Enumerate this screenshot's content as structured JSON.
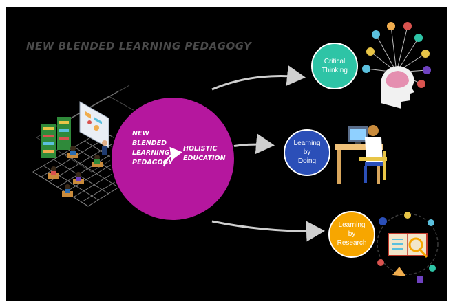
{
  "title": "NEW BLENDED LEARNING PEDAGOGY",
  "center": {
    "left_text": "NEW\nBLENDED\nLEARNING\nPEDAGOGY",
    "right_text": "HOLISTIC\nEDUCATION",
    "color": "#b5179e"
  },
  "outcomes": [
    {
      "label": "Critical\nThinking",
      "color": "#2ec4a6",
      "icon": "brain-network-icon"
    },
    {
      "label": "Learning\nby\nDoing",
      "color": "#2b4fb8",
      "icon": "student-at-desk-icon"
    },
    {
      "label": "Learning\nby\nResearch",
      "color": "#f7a600",
      "icon": "research-book-icon"
    }
  ],
  "classroom_icon": "isometric-classroom-icon"
}
